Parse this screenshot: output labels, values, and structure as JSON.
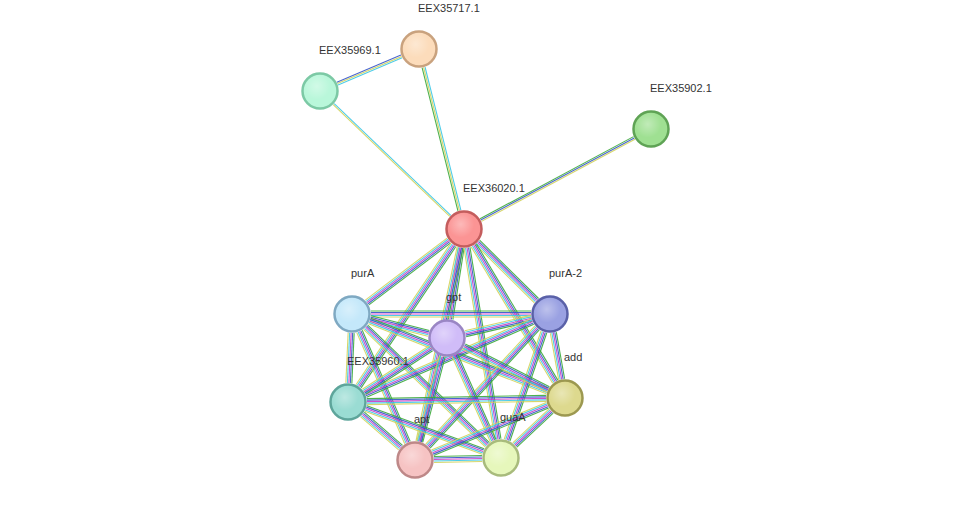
{
  "diagram": {
    "nodes": [
      {
        "text": [
          "EEX35717.1"
        ]
      },
      {
        "text": [
          "EEX35969.1"
        ]
      },
      {
        "text": [
          "EEX35902.1"
        ]
      },
      {
        "text": [
          "EEX36020.1"
        ]
      },
      {
        "text": [
          "purA"
        ]
      },
      {
        "text": [
          "purA-2"
        ]
      },
      {
        "text": [
          "gpt"
        ]
      },
      {
        "text": [
          "EEX35960.1"
        ]
      },
      {
        "text": [
          "add"
        ]
      },
      {
        "text": [
          "apt"
        ]
      },
      {
        "text": [
          "guaA"
        ]
      }
    ],
    "edges": [
      {
        "from": 0,
        "to": 1,
        "arrow": "none"
      },
      {
        "from": 0,
        "to": 3,
        "arrow": "none"
      },
      {
        "from": 1,
        "to": 3,
        "arrow": "none"
      },
      {
        "from": 2,
        "to": 3,
        "arrow": "none"
      },
      {
        "from": 3,
        "to": 4,
        "arrow": "none"
      },
      {
        "from": 3,
        "to": 5,
        "arrow": "none"
      },
      {
        "from": 3,
        "to": 6,
        "arrow": "none"
      },
      {
        "from": 3,
        "to": 7,
        "arrow": "none"
      },
      {
        "from": 3,
        "to": 8,
        "arrow": "none"
      },
      {
        "from": 3,
        "to": 9,
        "arrow": "none"
      },
      {
        "from": 3,
        "to": 10,
        "arrow": "none"
      },
      {
        "from": 4,
        "to": 5,
        "arrow": "none"
      },
      {
        "from": 4,
        "to": 6,
        "arrow": "none"
      },
      {
        "from": 4,
        "to": 7,
        "arrow": "none"
      },
      {
        "from": 4,
        "to": 8,
        "arrow": "none"
      },
      {
        "from": 4,
        "to": 9,
        "arrow": "none"
      },
      {
        "from": 4,
        "to": 10,
        "arrow": "none"
      },
      {
        "from": 5,
        "to": 6,
        "arrow": "none"
      },
      {
        "from": 5,
        "to": 7,
        "arrow": "none"
      },
      {
        "from": 5,
        "to": 8,
        "arrow": "none"
      },
      {
        "from": 5,
        "to": 9,
        "arrow": "none"
      },
      {
        "from": 5,
        "to": 10,
        "arrow": "none"
      },
      {
        "from": 6,
        "to": 7,
        "arrow": "none"
      },
      {
        "from": 6,
        "to": 8,
        "arrow": "none"
      },
      {
        "from": 6,
        "to": 9,
        "arrow": "none"
      },
      {
        "from": 6,
        "to": 10,
        "arrow": "none"
      },
      {
        "from": 7,
        "to": 8,
        "arrow": "none"
      },
      {
        "from": 7,
        "to": 9,
        "arrow": "none"
      },
      {
        "from": 7,
        "to": 10,
        "arrow": "none"
      },
      {
        "from": 8,
        "to": 9,
        "arrow": "none"
      },
      {
        "from": 8,
        "to": 10,
        "arrow": "none"
      },
      {
        "from": 9,
        "to": 10,
        "arrow": "none"
      }
    ]
  }
}
